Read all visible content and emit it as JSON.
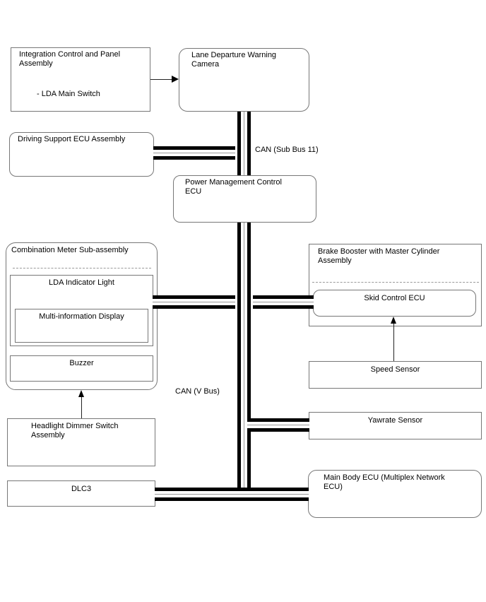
{
  "diagram": {
    "type": "vehicle-can-system-diagram",
    "labels": {
      "can_sub_bus": "CAN (Sub Bus 11)",
      "can_v_bus": "CAN (V Bus)"
    },
    "nodes": {
      "integration": "Integration Control and Panel Assembly",
      "integration_sub": "- LDA Main Switch",
      "camera": "Lane Departure Warning Camera",
      "driving_support": "Driving Support ECU Assembly",
      "power_management": "Power Management Control ECU",
      "combination_meter": "Combination Meter Sub-assembly",
      "lda_indicator": "LDA Indicator Light",
      "multi_info_display": "Multi-information Display",
      "buzzer": "Buzzer",
      "brake_booster": "Brake Booster with Master Cylinder Assembly",
      "skid_control": "Skid Control ECU",
      "speed_sensor": "Speed Sensor",
      "yawrate_sensor": "Yawrate Sensor",
      "headlight_dimmer": "Headlight Dimmer Switch Assembly",
      "dlc3": "DLC3",
      "main_body": "Main Body ECU (Multiplex Network ECU)"
    },
    "connections": [
      {
        "from": "integration",
        "to": "camera",
        "type": "arrow"
      },
      {
        "from": "driving_support",
        "to": "can_trunk",
        "type": "can-bus",
        "label": "CAN (Sub Bus 11)"
      },
      {
        "from": "camera",
        "to": "power_management",
        "type": "can-bus"
      },
      {
        "from": "combination_meter",
        "to": "skid_control",
        "type": "can-bus"
      },
      {
        "from": "can_trunk",
        "to": "yawrate_sensor",
        "type": "can-bus"
      },
      {
        "from": "dlc3",
        "to": "main_body",
        "type": "can-bus",
        "label": "CAN (V Bus)"
      },
      {
        "from": "speed_sensor",
        "to": "skid_control",
        "type": "arrow"
      },
      {
        "from": "headlight_dimmer",
        "to": "combination_meter",
        "type": "arrow"
      }
    ],
    "colors": {
      "background": "#ffffff",
      "bus_line": "#000000",
      "bus_mid_line": "#999999",
      "box_border": "#777777",
      "text": "#000000"
    }
  }
}
